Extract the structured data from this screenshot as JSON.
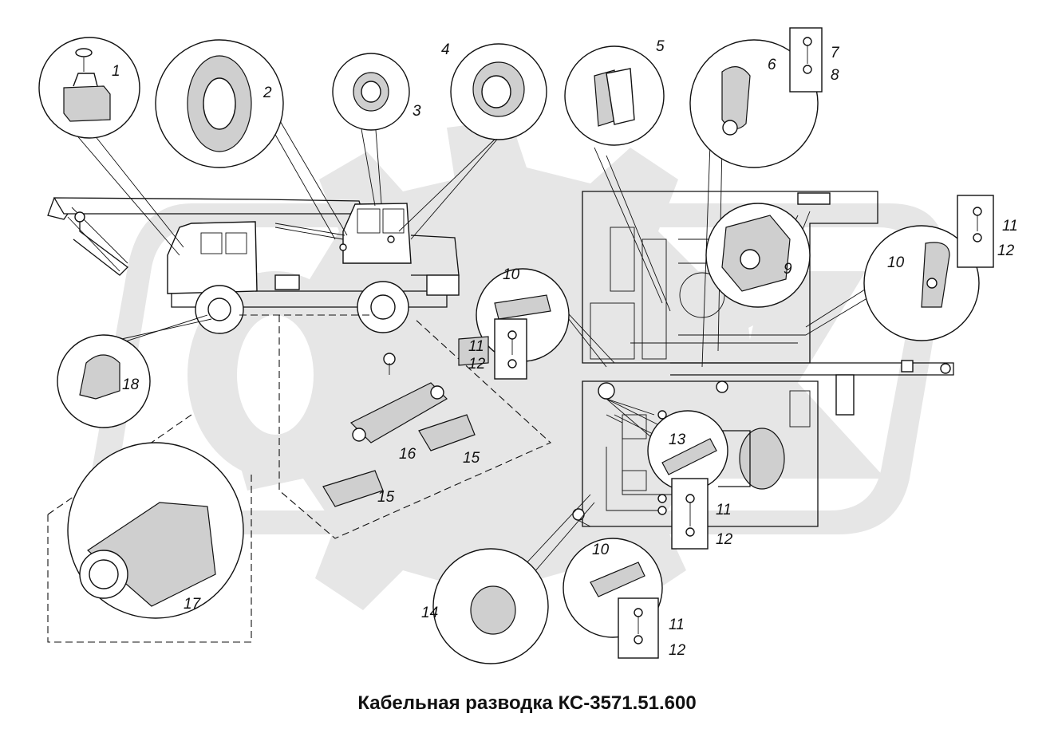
{
  "title": "Кабельная разводка КС-3571.51.600",
  "watermark": {
    "text": "ОРАЗ",
    "color": "#e6e6e6"
  },
  "callouts": {
    "c1": "1",
    "c2": "2",
    "c3": "3",
    "c4": "4",
    "c5": "5",
    "c6": "6",
    "c7": "7",
    "c8": "8",
    "c9": "9",
    "c10a": "10",
    "c10b": "10",
    "c10c": "10",
    "c11a": "11",
    "c11b": "11",
    "c11c": "11",
    "c11d": "11",
    "c12a": "12",
    "c12b": "12",
    "c12c": "12",
    "c12d": "12",
    "c13": "13",
    "c14": "14",
    "c15a": "15",
    "c15b": "15",
    "c16": "16",
    "c17": "17",
    "c18": "18"
  }
}
